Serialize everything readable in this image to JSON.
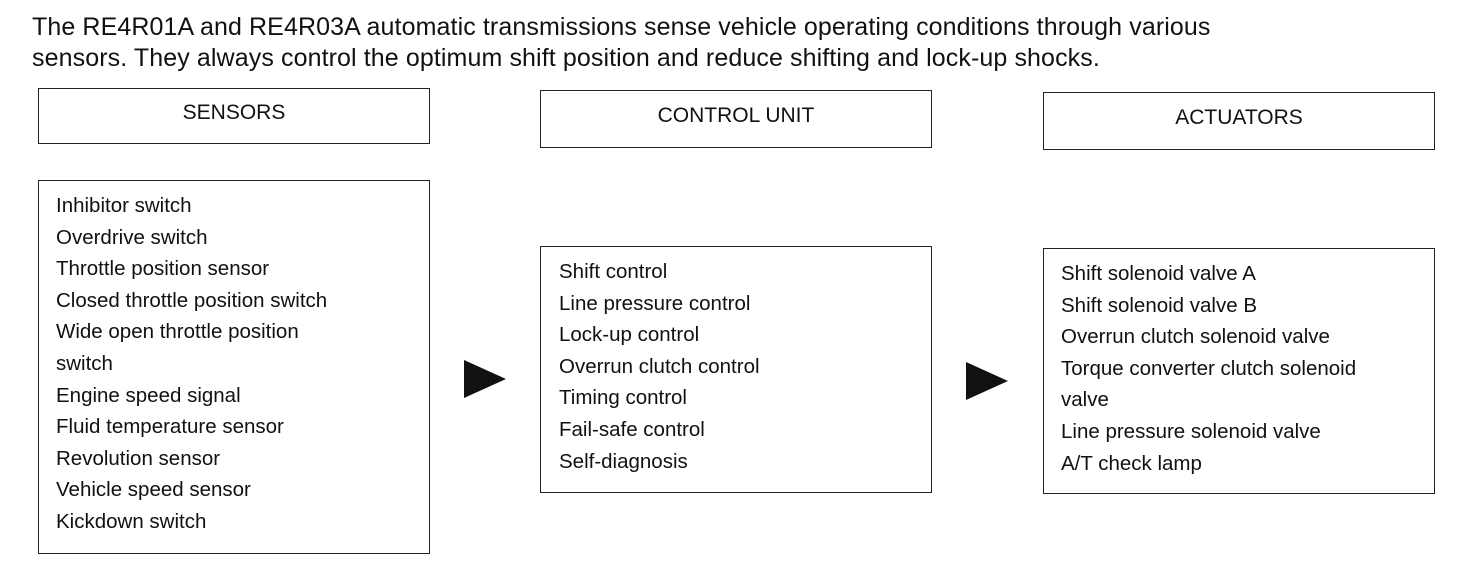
{
  "intro": {
    "line1": "The RE4R01A and RE4R03A automatic transmissions sense vehicle operating conditions through various",
    "line2": "sensors. They always control the optimum shift position and reduce shifting and lock-up shocks."
  },
  "columns": {
    "sensors": {
      "title": "SENSORS",
      "items": [
        "Inhibitor switch",
        "Overdrive switch",
        "Throttle position sensor",
        "Closed throttle position switch",
        "Wide open throttle position",
        "switch",
        "Engine speed signal",
        "Fluid temperature sensor",
        "Revolution sensor",
        "Vehicle speed sensor",
        "Kickdown switch"
      ]
    },
    "control_unit": {
      "title": "CONTROL UNIT",
      "items": [
        "Shift control",
        "Line pressure control",
        "Lock-up control",
        "Overrun clutch control",
        "Timing control",
        "Fail-safe control",
        "Self-diagnosis"
      ]
    },
    "actuators": {
      "title": "ACTUATORS",
      "items": [
        "Shift solenoid valve A",
        "Shift solenoid valve B",
        "Overrun clutch solenoid valve",
        "Torque converter clutch solenoid",
        "valve",
        "Line pressure solenoid valve",
        "A/T check lamp"
      ]
    }
  }
}
